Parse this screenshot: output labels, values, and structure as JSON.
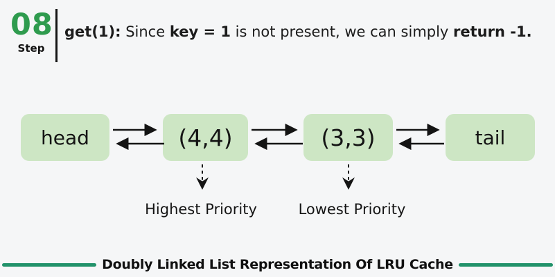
{
  "step": {
    "number": "08",
    "label": "Step"
  },
  "title": {
    "seg1": "get(1):",
    "seg2": " Since ",
    "seg3": "key = 1",
    "seg4": " is not present, we can simply ",
    "seg5": "return -1."
  },
  "nodes": {
    "head": "head",
    "second": "(4,4)",
    "third": "(3,3)",
    "tail": "tail"
  },
  "annotations": {
    "highest": "Highest Priority",
    "lowest": "Lowest Priority"
  },
  "caption": "Doubly Linked List Representation Of LRU Cache",
  "colors": {
    "background": "#f5f6f7",
    "node_fill": "#cde6c4",
    "step_green": "#2e9b4e",
    "caption_line_green": "#21926a",
    "text": "#141414"
  }
}
